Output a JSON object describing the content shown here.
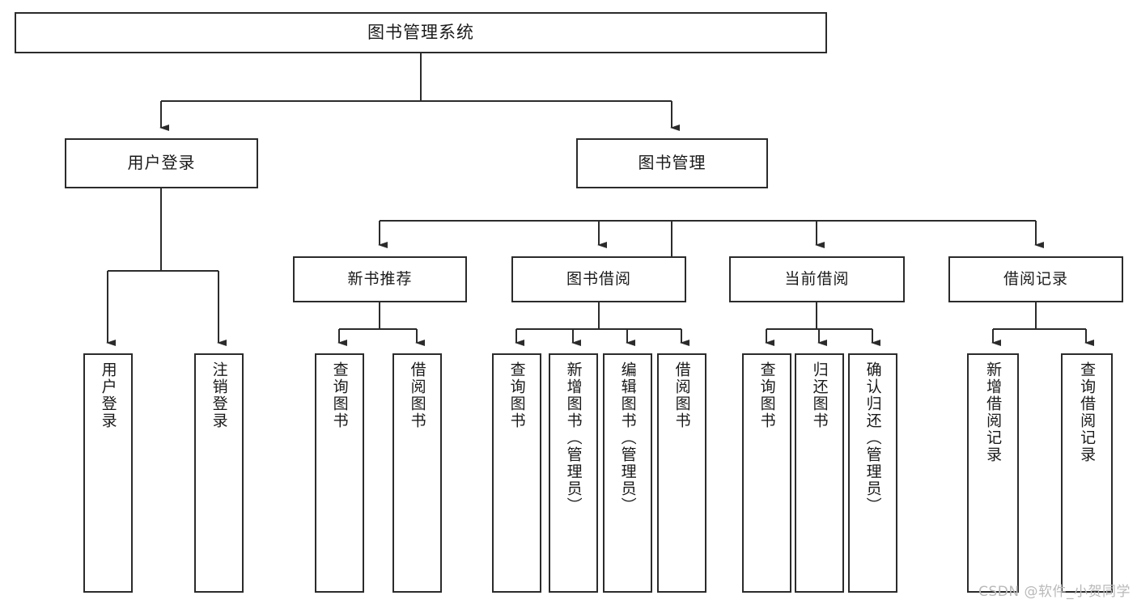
{
  "diagram": {
    "type": "tree-hierarchy",
    "title": "图书管理系统",
    "watermark": "CSDN @软件_小贺同学",
    "colors": {
      "stroke": "#2b2b2b",
      "fill": "#ffffff",
      "text": "#1a1a1a",
      "watermark": "#b9b9b9"
    },
    "nodes": {
      "root": {
        "label": "图书管理系统"
      },
      "level1": [
        {
          "id": "user-login",
          "label": "用户登录"
        },
        {
          "id": "book-manage",
          "label": "图书管理"
        }
      ],
      "level2": [
        {
          "id": "new-book-recommend",
          "label": "新书推荐"
        },
        {
          "id": "book-borrow",
          "label": "图书借阅"
        },
        {
          "id": "current-borrow",
          "label": "当前借阅"
        },
        {
          "id": "borrow-record",
          "label": "借阅记录"
        }
      ],
      "leaves": {
        "user_login": [
          {
            "id": "leaf-user-login",
            "label": "用户登录"
          },
          {
            "id": "leaf-logout-login",
            "label": "注销登录"
          }
        ],
        "new_book_recommend": [
          {
            "id": "leaf-query-book-1",
            "label": "查询图书"
          },
          {
            "id": "leaf-borrow-book-1",
            "label": "借阅图书"
          }
        ],
        "book_borrow": [
          {
            "id": "leaf-query-book-2",
            "label": "查询图书"
          },
          {
            "id": "leaf-add-book",
            "label": "新增图书（管理员）"
          },
          {
            "id": "leaf-edit-book",
            "label": "编辑图书（管理员）"
          },
          {
            "id": "leaf-borrow-book-2",
            "label": "借阅图书"
          }
        ],
        "current_borrow": [
          {
            "id": "leaf-query-book-3",
            "label": "查询图书"
          },
          {
            "id": "leaf-return-book",
            "label": "归还图书"
          },
          {
            "id": "leaf-confirm-return",
            "label": "确认归还（管理员）"
          }
        ],
        "borrow_record": [
          {
            "id": "leaf-add-record",
            "label": "新增借阅记录"
          },
          {
            "id": "leaf-query-record",
            "label": "查询借阅记录"
          }
        ]
      }
    }
  }
}
